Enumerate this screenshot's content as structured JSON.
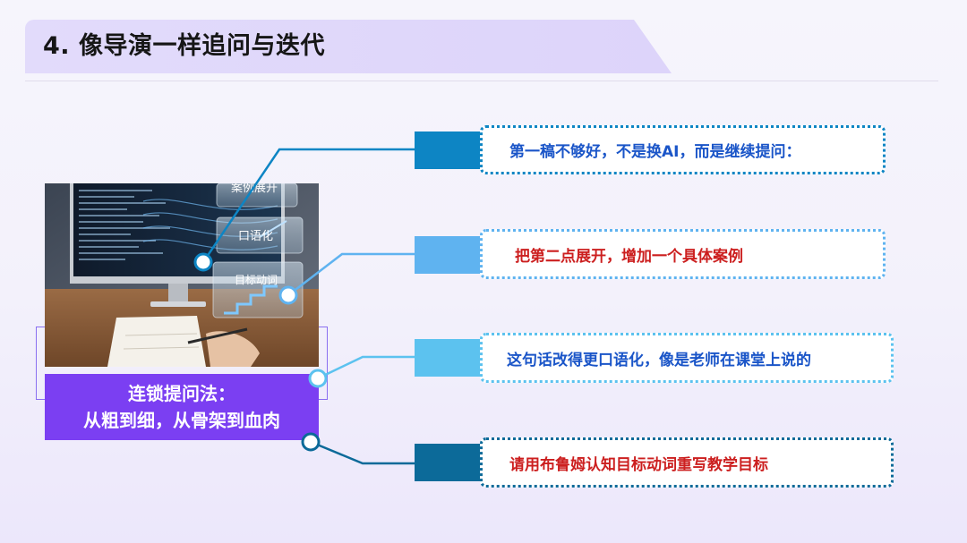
{
  "slide": {
    "title": "4. 像导演一样追问与迭代"
  },
  "left_panel": {
    "photo_overlay_labels": [
      "案例展开",
      "口语化",
      "目标动词"
    ],
    "label_lines": [
      "连锁提问法：",
      "从粗到细，从骨架到血肉"
    ]
  },
  "steps": [
    {
      "text": "第一稿不够好，不是换AI，而是继续提问：",
      "text_color": "#1a55c8",
      "tab_color": "#0d85c4",
      "border_color": "#0d85c4"
    },
    {
      "text": "把第二点展开，增加一个具体案例",
      "text_color": "#cc1f1f",
      "tab_color": "#5fb3f0",
      "border_color": "#5fb3f0"
    },
    {
      "text": "这句话改得更口语化，像是老师在课堂上说的",
      "text_color": "#1a55c8",
      "tab_color": "#5cc2ef",
      "border_color": "#5cc2ef"
    },
    {
      "text": "请用布鲁姆认知目标动词重写教学目标",
      "text_color": "#cc1f1f",
      "tab_color": "#0c6a99",
      "border_color": "#0c6a99"
    }
  ],
  "colors": {
    "accent_purple": "#7b3ff2",
    "title_band": "#e0d8fb"
  }
}
